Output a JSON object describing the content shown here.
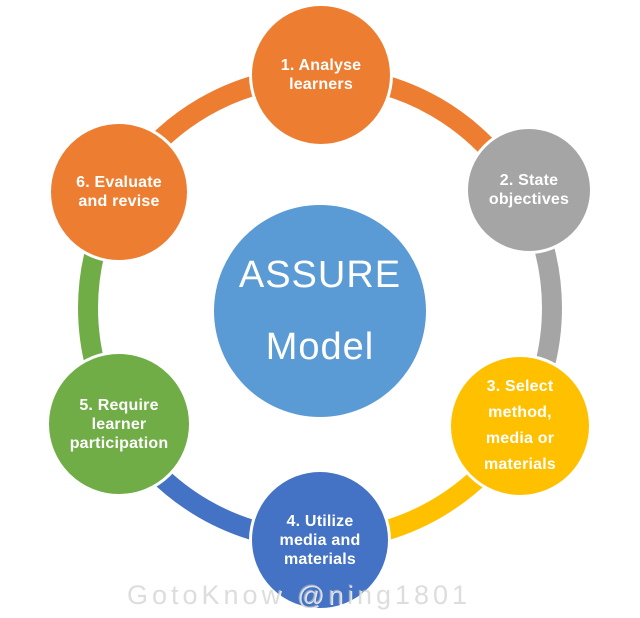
{
  "diagram": {
    "center": {
      "label": "ASSURE\nModel",
      "color": "#5B9BD5"
    },
    "nodes": [
      {
        "id": "1",
        "label": "1. Analyse\nlearners",
        "color": "#ED7D31"
      },
      {
        "id": "2",
        "label": "2. State\nobjectives",
        "color": "#A5A5A5"
      },
      {
        "id": "3",
        "label": "3. Select\nmethod,\nmedia or\nmaterials",
        "color": "#FFC000"
      },
      {
        "id": "4",
        "label": "4. Utilize\nmedia and\nmaterials",
        "color": "#4472C4"
      },
      {
        "id": "5",
        "label": "5. Require\nlearner\nparticipation",
        "color": "#70AD47"
      },
      {
        "id": "6",
        "label": "6. Evaluate\nand revise",
        "color": "#ED7D31"
      }
    ],
    "text_color": "#FFFFFF",
    "background_color": "#FFFFFF"
  },
  "watermark": {
    "text": "GotoKnow @ning1801"
  }
}
